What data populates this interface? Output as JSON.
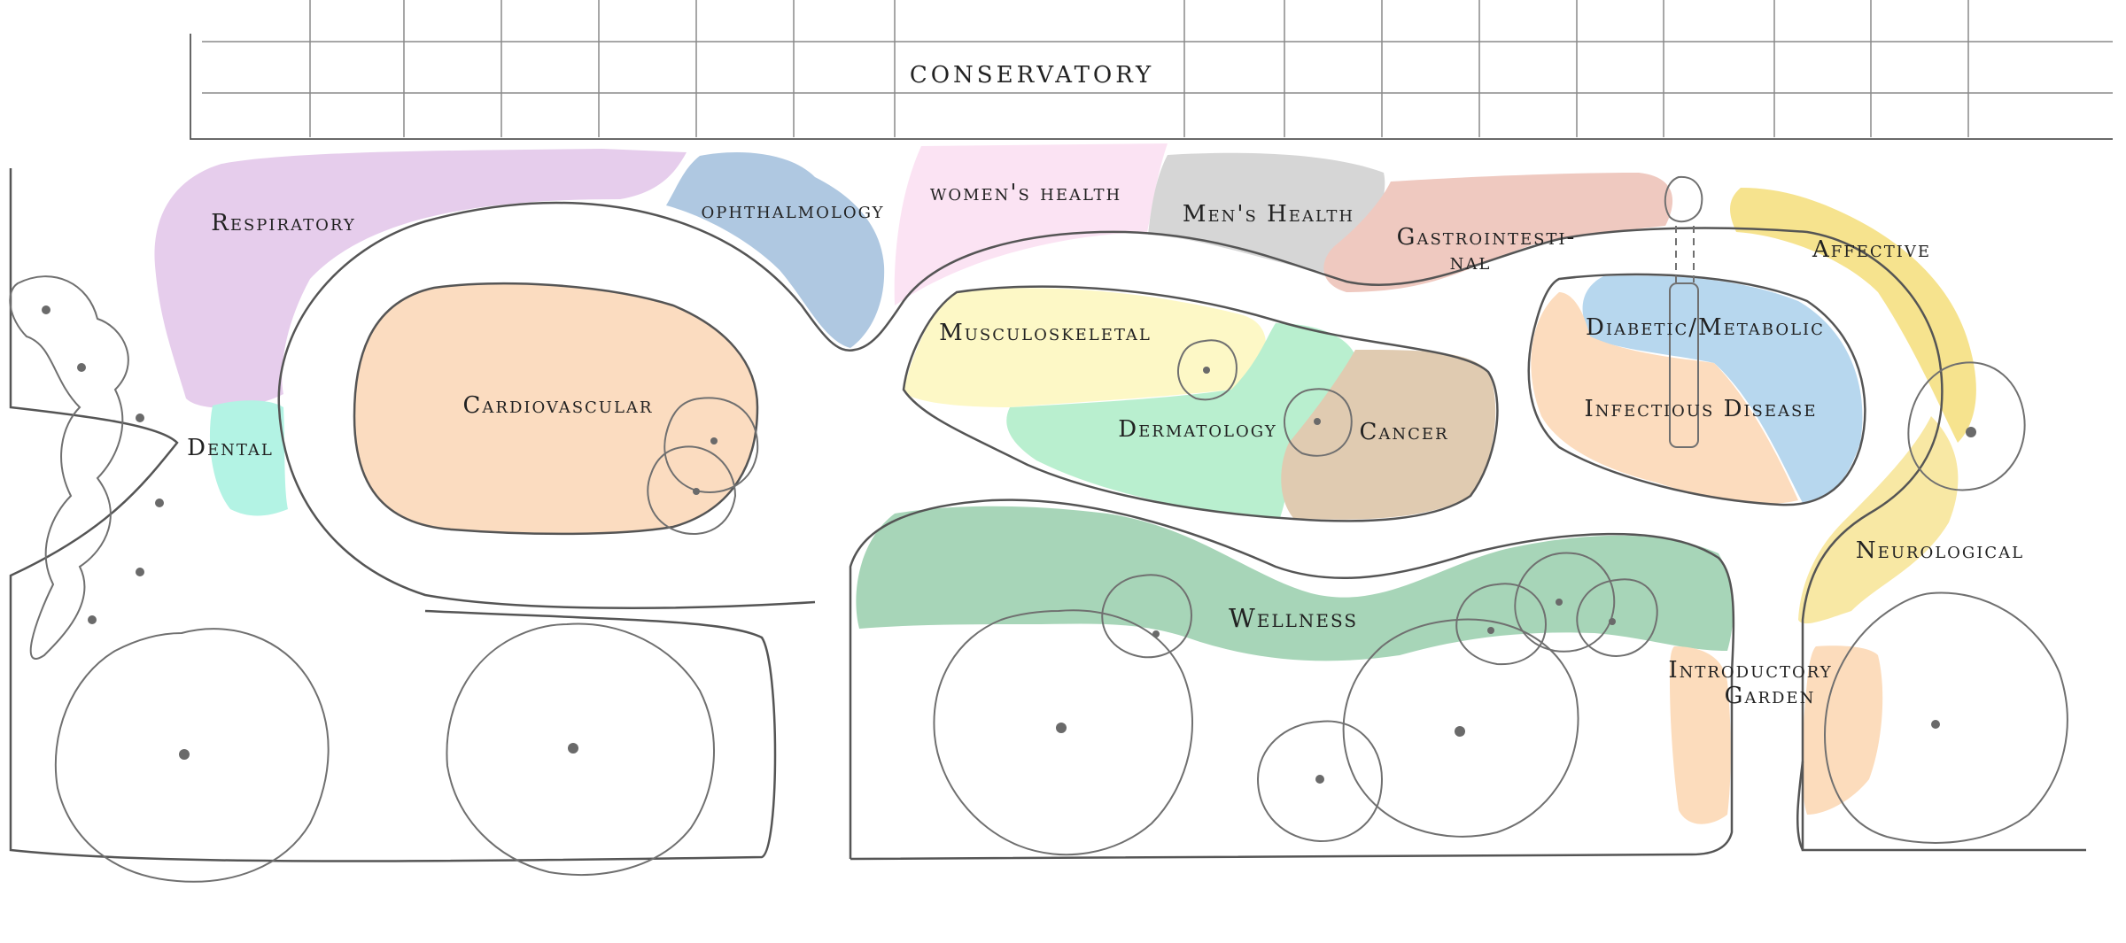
{
  "map": {
    "conservatory_label": "CONSERVATORY",
    "regions": {
      "respiratory": "Respiratory",
      "ophthalmology": "ophthalmology",
      "womens_health": "women's health",
      "mens_health": "Men's Health",
      "gastro_line1": "Gastrointesti-",
      "gastro_line2": "nal",
      "affective": "Affective",
      "dental": "Dental",
      "cardiovascular": "Cardiovascular",
      "musculoskeletal": "Musculoskeletal",
      "dermatology": "Dermatology",
      "cancer": "Cancer",
      "diabetic_metabolic": "Diabetic/Metabolic",
      "infectious_disease": "Infectious Disease",
      "neurological": "Neurological",
      "wellness": "Wellness",
      "introductory_line1": "Introductory",
      "introductory_line2": "Garden"
    },
    "colors": {
      "respiratory": "#e6cdec",
      "ophthalmology": "#afc8e1",
      "womens_health": "#fbe3f3",
      "mens_health": "#d6d6d6",
      "gastrointestinal": "#efc9c0",
      "affective": "#f6e38e",
      "dental": "#b3f3e4",
      "cardiovascular": "#fbdcc0",
      "musculoskeletal": "#fdf8c6",
      "dermatology": "#b9efcf",
      "cancer": "#e0cbb1",
      "diabetic_metabolic": "#b7d7ee",
      "infectious_disease": "#fcdcbe",
      "neurological": "#f8e8a4",
      "wellness": "#a7d5b8",
      "introductory_garden": "#fcdcbc"
    }
  }
}
